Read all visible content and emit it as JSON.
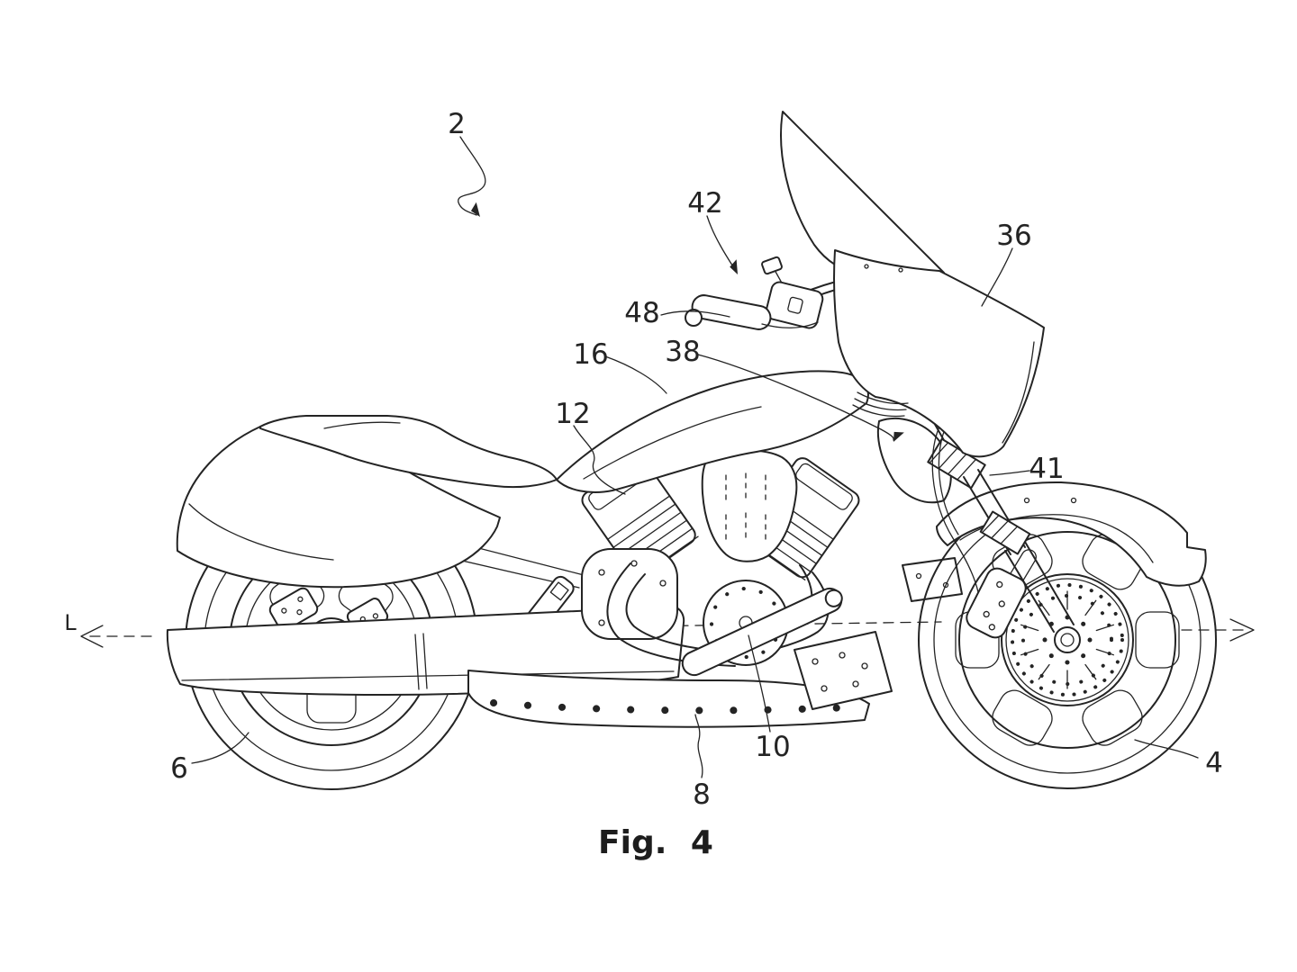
{
  "figure": {
    "label": "Fig. 4"
  },
  "drawing": {
    "description": "Patent line drawing of a bagger-style motorcycle, right side view",
    "axis_letter_left": "L",
    "colors": {
      "line": "#242424",
      "background": "#ffffff"
    }
  },
  "callouts": {
    "c2": "2",
    "c4": "4",
    "c6": "6",
    "c8": "8",
    "c10": "10",
    "c12": "12",
    "c16": "16",
    "c36": "36",
    "c38": "38",
    "c41": "41",
    "c42": "42",
    "c48": "48"
  }
}
